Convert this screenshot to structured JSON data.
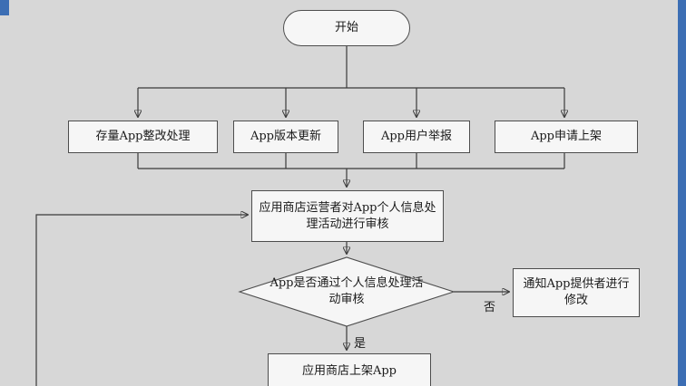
{
  "flowchart": {
    "start": {
      "label": "开始"
    },
    "top_row": [
      {
        "label": "存量App整改处理"
      },
      {
        "label": "App版本更新"
      },
      {
        "label": "App用户举报"
      },
      {
        "label": "App申请上架"
      }
    ],
    "review_box": {
      "label": "应用商店运营者对App个人信息处理活动进行审核"
    },
    "decision": {
      "label": "App是否通过个人信息处理活动审核"
    },
    "notify_box": {
      "label": "通知App提供者进行修改"
    },
    "publish_box": {
      "label": "应用商店上架App"
    },
    "edge_labels": {
      "no": "否",
      "yes": "是"
    }
  },
  "colors": {
    "background": "#d7d7d7",
    "box_fill": "#f6f6f6",
    "box_border": "#4d4d4d",
    "line": "#3a3a3a",
    "edge_blue": "#3c6eb4",
    "text": "#1a1a1a"
  }
}
